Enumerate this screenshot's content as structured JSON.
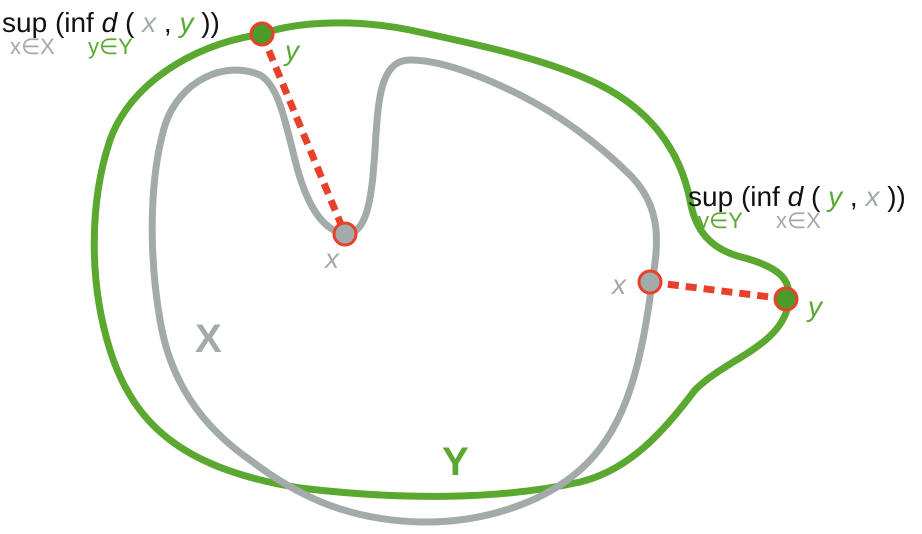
{
  "colors": {
    "set_x": "#a3aaaa",
    "set_y": "#5aa830",
    "distance_line": "#e8412b",
    "point_x_fill": "#a3aaaa",
    "point_y_fill": "#4c9a2a",
    "text": "#111111"
  },
  "set_labels": {
    "x": "X",
    "y": "Y"
  },
  "formula_left": {
    "sup": "sup",
    "inf_open": "(inf ",
    "d": "d",
    "open": "(",
    "var1": "x",
    "comma": ",",
    "var2": "y",
    "close": "))",
    "sub_sup": "x∈X",
    "sub_inf": "y∈Y"
  },
  "formula_right": {
    "sup": "sup",
    "inf_open": "(inf ",
    "d": "d",
    "open": "(",
    "var1": "y",
    "comma": ",",
    "var2": "x",
    "close": "))",
    "sub_sup": "y∈Y",
    "sub_inf": "x∈X"
  },
  "points": {
    "left_y": "y",
    "left_x": "x",
    "right_x": "x",
    "right_y": "y"
  }
}
